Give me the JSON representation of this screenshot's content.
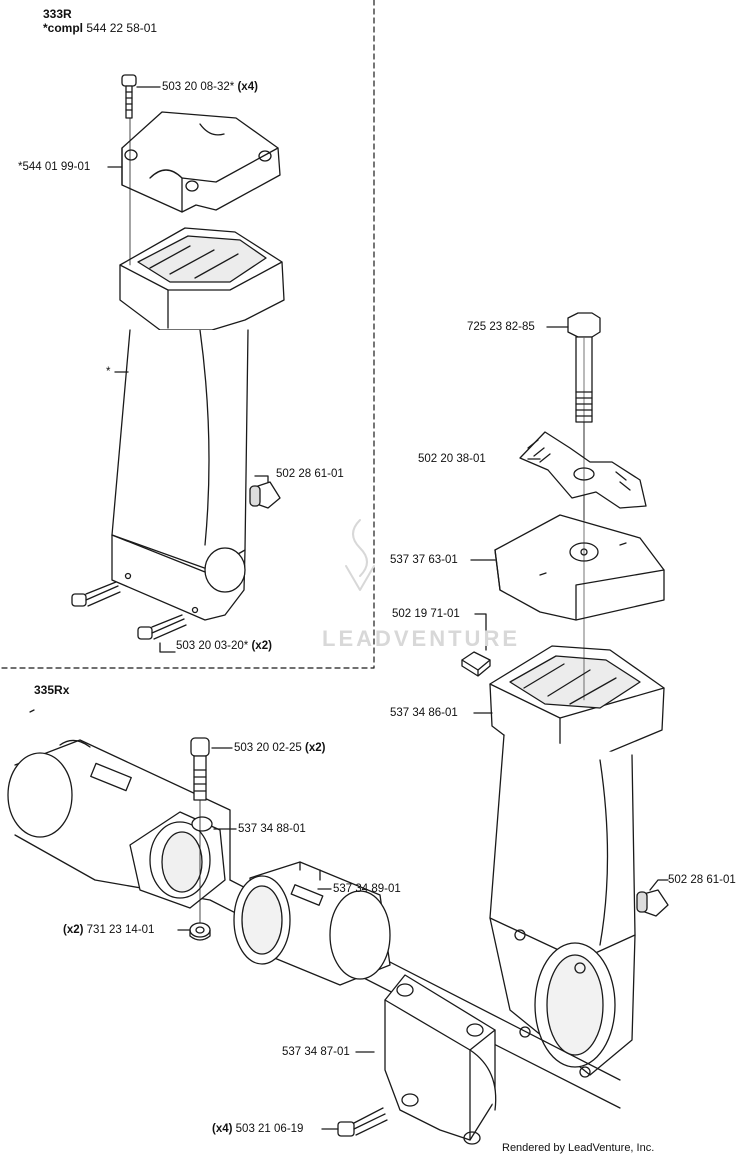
{
  "groups": {
    "r333": {
      "model": "333R",
      "compl_prefix": "*compl",
      "compl_part": "544 22 58-01"
    },
    "rx335": {
      "model": "335Rx"
    }
  },
  "labels": {
    "screw_top_r": {
      "part": "503 20 08-32*",
      "qty": "(x4)"
    },
    "cover_r": {
      "part": "*544 01 99-01"
    },
    "star": {
      "part": "*"
    },
    "knob_r": {
      "part": "502 28 61-01"
    },
    "screw_bottom_r": {
      "part": "503 20 03-20*",
      "qty": "(x2)"
    },
    "bolt": {
      "part": "725 23 82-85"
    },
    "wing_knob": {
      "part": "502 20 38-01"
    },
    "cover_rx": {
      "part": "537 37 63-01"
    },
    "nut_square": {
      "part": "502 19 71-01"
    },
    "grip_rx": {
      "part": "537 34 86-01"
    },
    "screw_clamp": {
      "part": "503 20 02-25",
      "qty": "(x2)"
    },
    "clamp_ring": {
      "part": "537 34 88-01"
    },
    "sleeve": {
      "part": "537 34 89-01"
    },
    "nut_x2": {
      "part": "731 23 14-01",
      "qty": "(x2)"
    },
    "knob_rx": {
      "part": "502 28 61-01"
    },
    "bracket": {
      "part": "537 34 87-01"
    },
    "screw_bracket": {
      "part": "503 21 06-19",
      "qty": "(x4)"
    }
  },
  "watermark": "LEADVENTURE",
  "credit": "Rendered by LeadVenture, Inc.",
  "colors": {
    "line": "#1a1a1a",
    "fill": "#ffffff",
    "shade": "#d9d9d9",
    "watermark": "#d8d8d8"
  }
}
